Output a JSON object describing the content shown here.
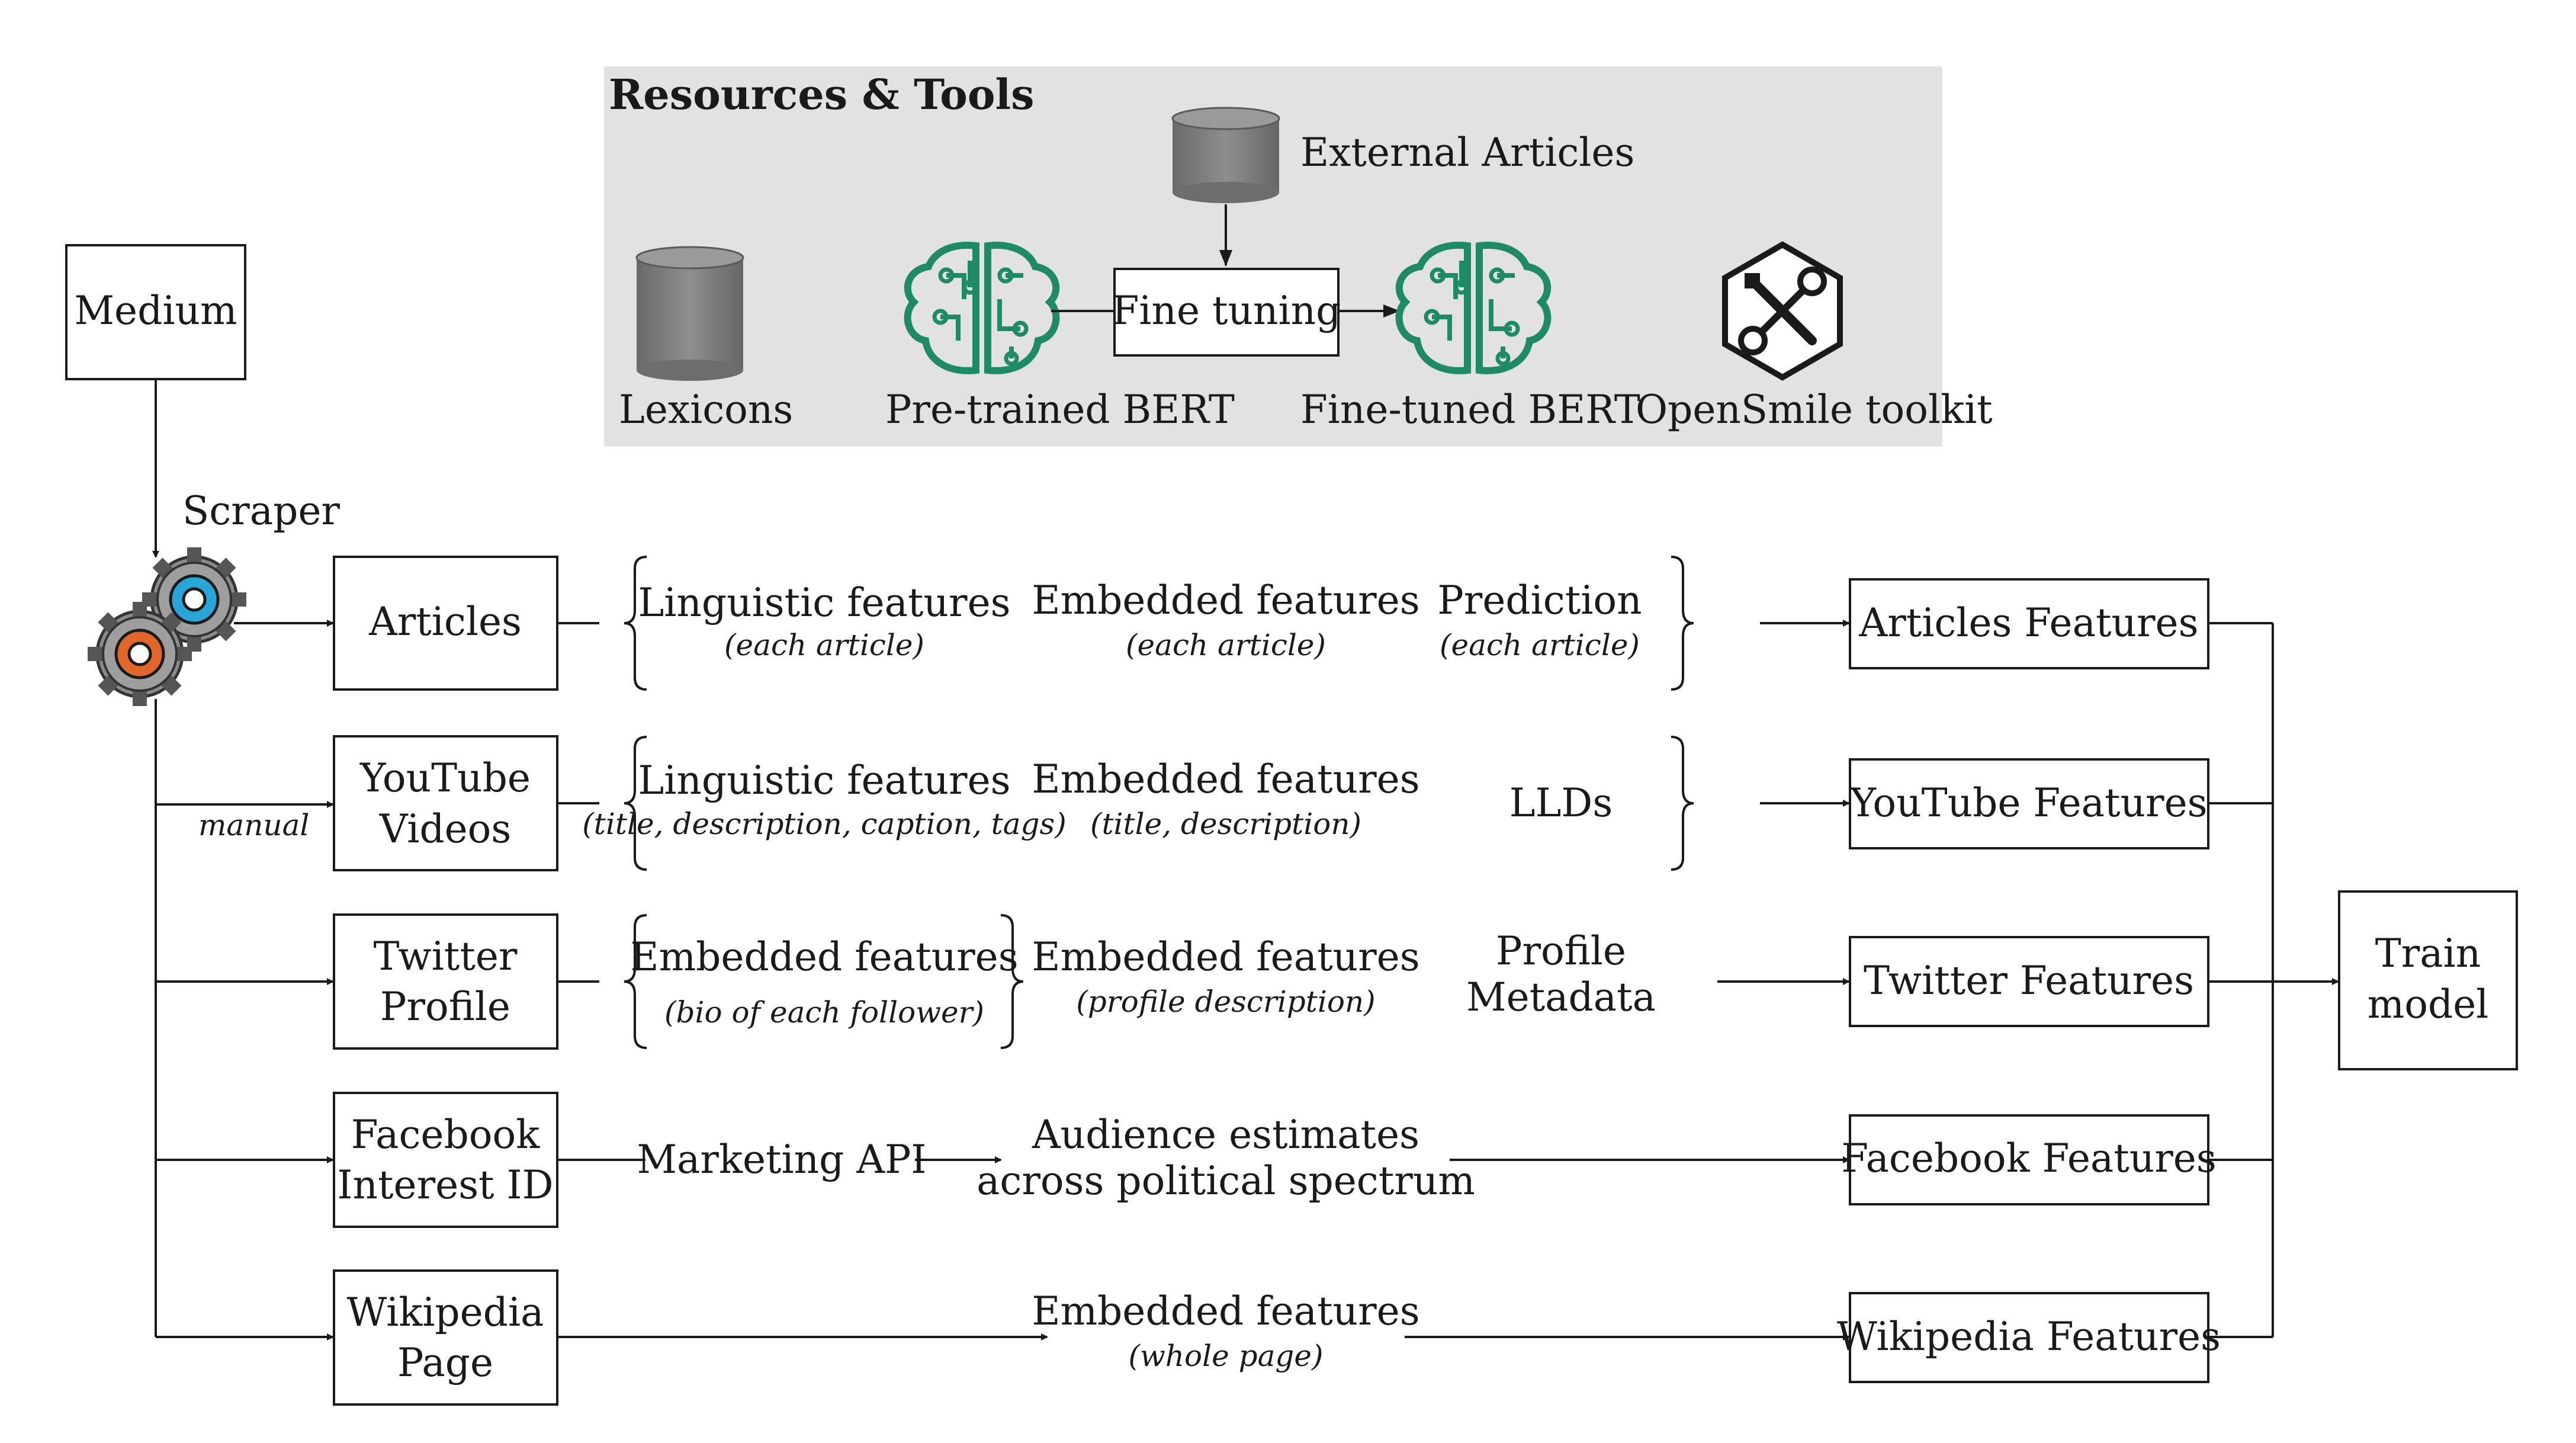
{
  "resources_title": "Resources & Tools",
  "external_articles": "External Articles",
  "lexicons": "Lexicons",
  "pretrained_bert": "Pre-trained BERT",
  "fine_tuning": "Fine tuning",
  "finetuned_bert": "Fine-tuned BERT",
  "opensmile": "OpenSmile toolkit",
  "medium": "Medium",
  "scraper": "Scraper",
  "manual": "manual",
  "sources": {
    "articles": [
      "Articles"
    ],
    "youtube": [
      "YouTube",
      "Videos"
    ],
    "twitter": [
      "Twitter",
      "Profile"
    ],
    "facebook": [
      "Facebook",
      "Interest ID"
    ],
    "wikipedia": [
      "Wikipedia",
      "Page"
    ]
  },
  "rows": {
    "articles": {
      "c1_main": "Linguistic features",
      "c1_sub": "(each article)",
      "c2_main": "Embedded features",
      "c2_sub": "(each article)",
      "c3_main": "Prediction",
      "c3_sub": "(each article)"
    },
    "youtube": {
      "c1_main": "Linguistic features",
      "c1_sub": "(title, description, caption, tags)",
      "c2_main": "Embedded features",
      "c2_sub": "(title, description)",
      "c3_main": "LLDs"
    },
    "twitter": {
      "c1_main": "Embedded features",
      "c1_sub": "(bio of each follower)",
      "c2_main": "Embedded features",
      "c2_sub": "(profile description)",
      "c3_lines": [
        "Profile",
        "Metadata"
      ]
    },
    "facebook": {
      "api": "Marketing API",
      "estimates": [
        "Audience estimates",
        "across political spectrum"
      ]
    },
    "wikipedia": {
      "c2_main": "Embedded features",
      "c2_sub": "(whole page)"
    }
  },
  "features": {
    "articles": "Articles Features",
    "youtube": "YouTube Features",
    "twitter": "Twitter Features",
    "facebook": "Facebook Features",
    "wikipedia": "Wikipedia Features"
  },
  "train_model": [
    "Train",
    "model"
  ],
  "colors": {
    "panel": "#e2e2e2",
    "cylinder": "#7b7b7b",
    "brain": "#1f8a66",
    "gear_blue": "#2aa5d8",
    "gear_orange": "#e0662a",
    "gear_body": "#8a8a8a"
  }
}
